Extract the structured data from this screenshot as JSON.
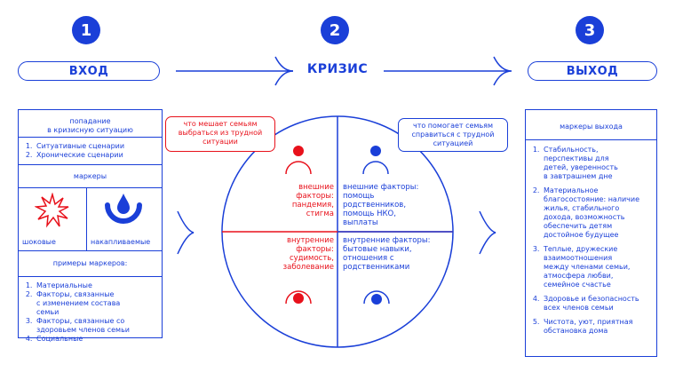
{
  "steps": {
    "one": {
      "num": "1",
      "label": "ВХОД"
    },
    "two": {
      "num": "2",
      "label": "КРИЗИС"
    },
    "three": {
      "num": "3",
      "label": "ВЫХОД"
    }
  },
  "left": {
    "entry_title": "попадание\nв кризисную ситуацию",
    "scenarios": [
      "Ситуативные сценарии",
      "Хронические сценарии"
    ],
    "markers_title": "маркеры",
    "shock_label": "шоковые",
    "accum_label": "накапливаемые",
    "examples_title": "примеры маркеров:",
    "examples": [
      "Материальные",
      "Факторы, связанные\nс изменением состава\nсемьи",
      "Факторы, связанные со\nздоровьем членов семьи",
      "Социальные"
    ]
  },
  "center": {
    "hinder_callout": "что мешает семьям\nвыбраться из трудной\nситуации",
    "help_callout": "что помогает семьям\nсправиться с трудной\nситуацией",
    "q_top_left": "внешние факторы:\nпандемия,\nстигма",
    "q_top_right": "внешние факторы:\nпомощь\nродственников,\nпомощь НКО, выплаты",
    "q_bottom_left": "внутренние факторы:\nсудимость,\nзаболевание",
    "q_bottom_right": "внутренние факторы:\nбытовые навыки,\nотношения с\nродственниками"
  },
  "right": {
    "title": "маркеры выхода",
    "items": [
      "Стабильность,\nперспективы для\nдетей, уверенность\nв завтрашнем дне",
      "Материальное\nблагосостояние: наличие\nжилья, стабильного\nдохода, возможность\nобеспечить детям\nдостойное будущее",
      "Теплые, дружеские\nвзаимоотношения\nмежду членами семьи,\nатмосфера любви,\nсемейное счастье",
      "Здоровье и безопасность\nвсех членов семьи",
      "Чистота, уют, приятная\nобстановка дома"
    ]
  },
  "colors": {
    "blue": "#1a3fd8",
    "red": "#e8111b"
  }
}
